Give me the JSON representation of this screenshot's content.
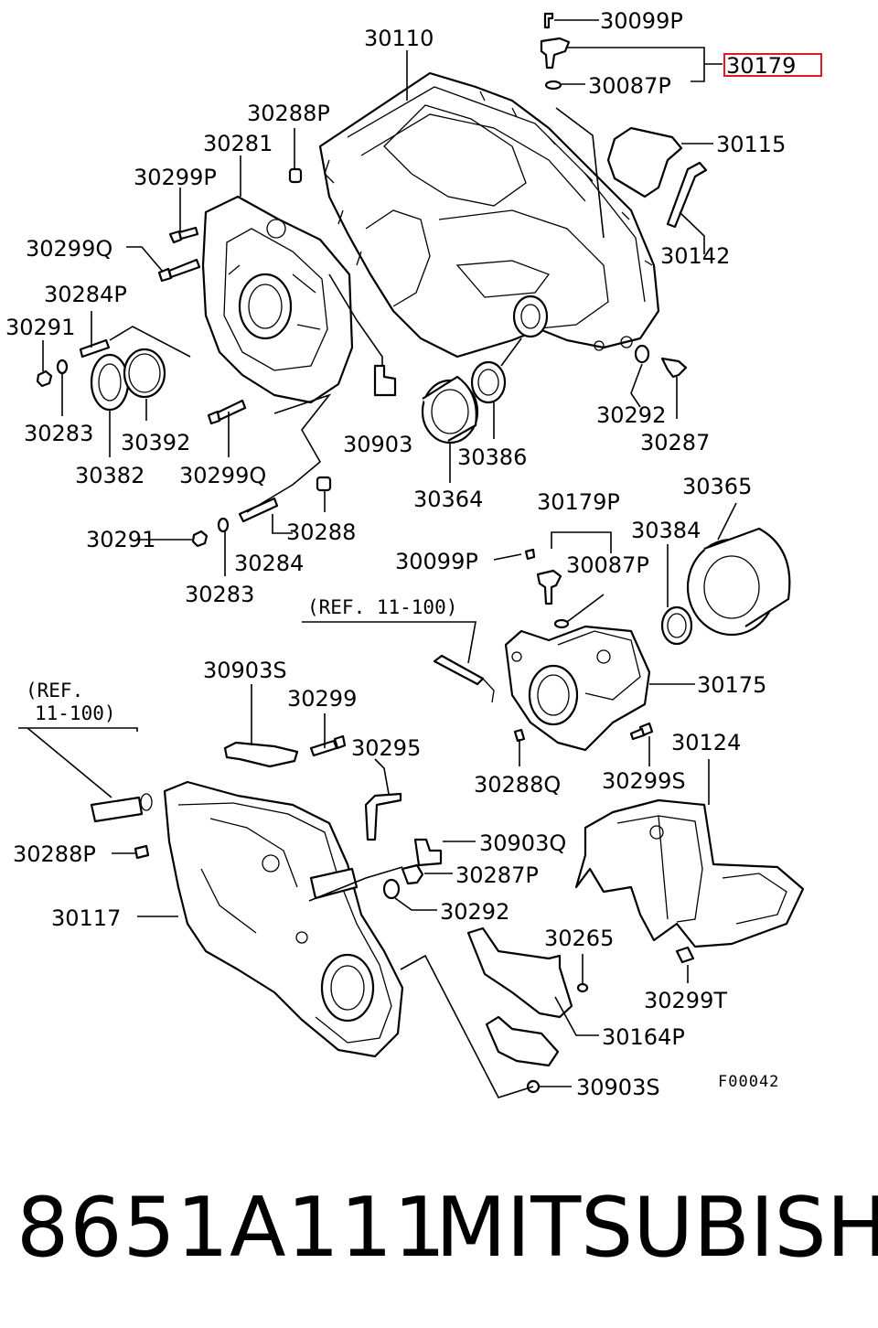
{
  "labels": {
    "l30099P_top": "30099P",
    "l30179_hl": "30179",
    "l30087P_top": "30087P",
    "l30110": "30110",
    "l30288P_top": "30288P",
    "l30281": "30281",
    "l30115": "30115",
    "l30299P": "30299P",
    "l30142": "30142",
    "l30299Q_a": "30299Q",
    "l30284P": "30284P",
    "l30291_a": "30291",
    "l30292_a": "30292",
    "l30287": "30287",
    "l30283_a": "30283",
    "l30392": "30392",
    "l30903": "30903",
    "l30386": "30386",
    "l30382": "30382",
    "l30299Q_b": "30299Q",
    "l30364": "30364",
    "l30179P": "30179P",
    "l30365": "30365",
    "l30384": "30384",
    "l30288": "30288",
    "l30291_b": "30291",
    "l30099P_mid": "30099P",
    "l30087P_mid": "30087P",
    "l30284": "30284",
    "l30283_b": "30283",
    "l30903S_a": "30903S",
    "l30175": "30175",
    "l30299": "30299",
    "l30124": "30124",
    "l30295": "30295",
    "l30288Q": "30288Q",
    "l30299S": "30299S",
    "l30903Q": "30903Q",
    "l30288P_b": "30288P",
    "l30287P": "30287P",
    "l30117": "30117",
    "l30292_b": "30292",
    "l30265": "30265",
    "l30299T": "30299T",
    "l30164P": "30164P",
    "l30903S_b": "30903S"
  },
  "references": {
    "ref_top": "(REF. 11-100)",
    "ref_left_line1": "(REF.",
    "ref_left_line2": "11-100)"
  },
  "figure_code": "F00042",
  "highlighted_part": "30179",
  "footer": {
    "part_number": "8651A111",
    "brand": "MITSUBISHI"
  },
  "colors": {
    "highlight": "#e0192a",
    "ink": "#000000",
    "background": "#ffffff"
  }
}
